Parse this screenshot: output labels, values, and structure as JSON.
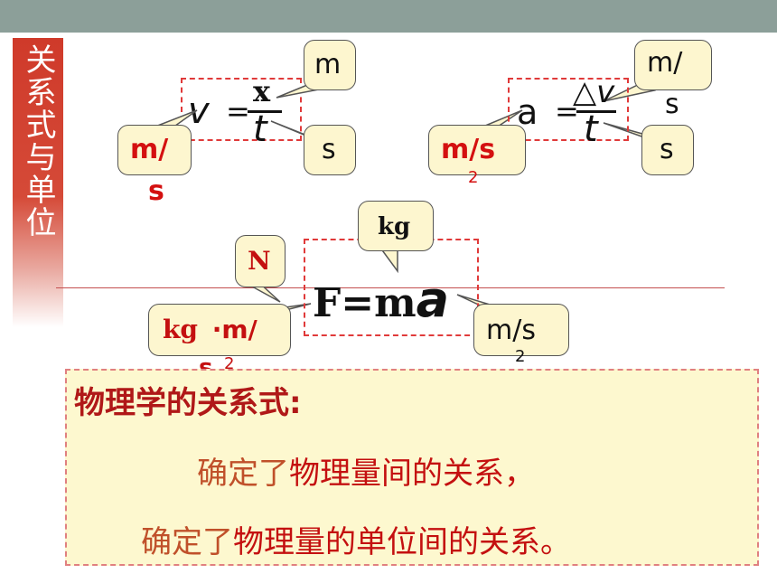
{
  "sidebar": {
    "title": "关系式与单位"
  },
  "formulas": {
    "velocity": {
      "lhs": "v",
      "equals": "=",
      "numerator": "x",
      "denominator": "t",
      "numerator_unit": "m",
      "denominator_unit": "s",
      "result_unit_top": "m/",
      "result_unit_bottom": "s"
    },
    "acceleration": {
      "lhs": "a",
      "equals": "=",
      "numerator": "△v",
      "denominator": "t",
      "numerator_unit_top": "m/",
      "numerator_unit_bottom": "s",
      "denominator_unit": "s",
      "result_unit": "m/s",
      "result_unit_power": "2"
    },
    "force": {
      "expr_prefix": "F=m",
      "expr_a": "a",
      "mass_unit": "kg",
      "force_unit": "N",
      "force_unit_expanded_prefix": "kg",
      "force_unit_expanded_rest": "·m/",
      "force_unit_expanded_bottom": "s",
      "force_unit_expanded_power": "2",
      "accel_unit": "m/s",
      "accel_unit_power": "2"
    }
  },
  "note": {
    "title": "物理学的关系式:",
    "line1_prefix": "确定了",
    "line1_main": "物理量间的关系，",
    "line2_prefix": "确定了",
    "line2_main": "物理量的单位间的关系。"
  },
  "colors": {
    "topbar": "#8c9f99",
    "sidebar": "#cf3a2a",
    "callout_bg": "#fdf6cf",
    "dash": "#e03a3a",
    "accent_red": "#c41010"
  }
}
